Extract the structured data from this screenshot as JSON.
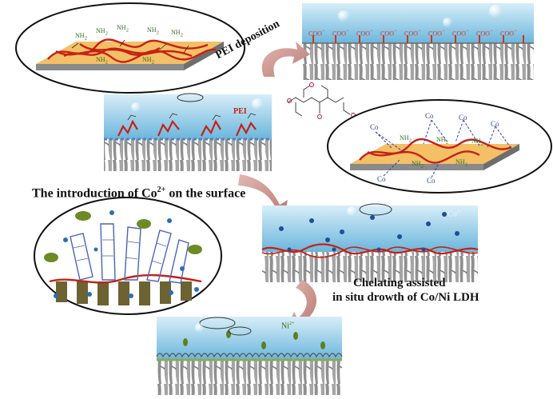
{
  "labels": {
    "pei_deposition": "PEI deposition",
    "co_introduction": "The introduction of Co",
    "co_introduction_sup": "2+",
    "co_introduction_tail": " on the surface",
    "chelating_line1": "Chelating assisted",
    "chelating_line2": "in situ drowth of Co/Ni LDH",
    "pei_tag": "PEI",
    "co3_tag": "Co",
    "co3_sup": "2+",
    "ni_tag": "Ni",
    "ni_sup": "2+",
    "nh2": "NH",
    "nh2_sub": "2",
    "coo": "COO",
    "coo_sup": "−",
    "co": "Co"
  },
  "colors": {
    "water_top": "#cfeaf6",
    "water_bottom": "#6fb9de",
    "porous_support": "#9a9a9a",
    "pei_chain": "#cc2418",
    "substrate_orange": "#f3c066",
    "arrow": "#c98d86",
    "co_particle": "#2a6fb5",
    "ni_particle": "#6d8f2a",
    "ldh_blue": "#4a64b8"
  },
  "icons": [
    "curved-process-arrow",
    "pei-molecule-structure",
    "ellipse-zoom-inset"
  ]
}
